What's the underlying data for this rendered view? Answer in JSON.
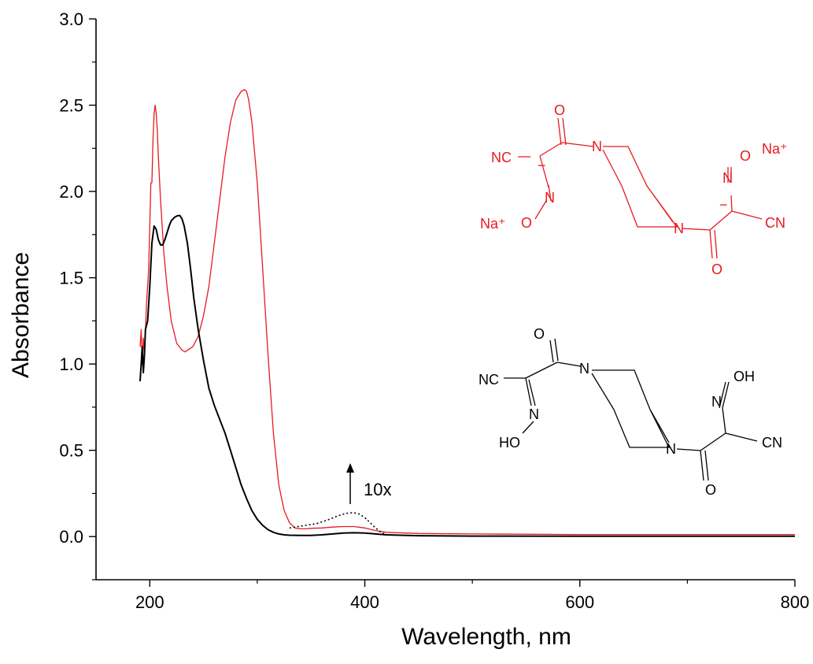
{
  "chart_data": {
    "type": "line",
    "xlabel": "Wavelength, nm",
    "ylabel": "Absorbance",
    "xlim": [
      150,
      800
    ],
    "ylim": [
      -0.25,
      3.0
    ],
    "xticks": [
      200,
      400,
      600,
      800
    ],
    "yticks": [
      0.0,
      0.5,
      1.0,
      1.5,
      2.0,
      2.5,
      3.0
    ],
    "ytick_labels": [
      "0.0",
      "0.5",
      "1.0",
      "1.5",
      "2.0",
      "2.5",
      "3.0"
    ],
    "annotation": "10x",
    "series": [
      {
        "color": "#e8191f",
        "style": "solid",
        "x": [
          191,
          192,
          193,
          194,
          195,
          197,
          199,
          200,
          201,
          202,
          203,
          204,
          205,
          206,
          207,
          208,
          210,
          213,
          216,
          220,
          225,
          230,
          233,
          235,
          240,
          245,
          250,
          255,
          260,
          265,
          270,
          275,
          280,
          285,
          288,
          290,
          292,
          295,
          300,
          305,
          310,
          315,
          320,
          325,
          330,
          335,
          340,
          345,
          350,
          360,
          370,
          380,
          390,
          400,
          410,
          420,
          450,
          500,
          600,
          700,
          800
        ],
        "y": [
          1.1,
          1.2,
          1.0,
          1.15,
          1.05,
          1.35,
          1.55,
          1.8,
          2.05,
          2.05,
          2.3,
          2.45,
          2.5,
          2.45,
          2.35,
          2.2,
          1.95,
          1.65,
          1.45,
          1.25,
          1.12,
          1.08,
          1.07,
          1.08,
          1.1,
          1.16,
          1.28,
          1.45,
          1.7,
          1.95,
          2.2,
          2.4,
          2.53,
          2.58,
          2.59,
          2.58,
          2.53,
          2.4,
          2.05,
          1.55,
          1.05,
          0.6,
          0.3,
          0.15,
          0.08,
          0.05,
          0.045,
          0.045,
          0.048,
          0.05,
          0.055,
          0.058,
          0.058,
          0.05,
          0.035,
          0.025,
          0.018,
          0.015,
          0.012,
          0.012,
          0.012
        ]
      },
      {
        "color": "#000000",
        "style": "solid",
        "x": [
          191,
          192,
          193,
          194,
          195,
          196,
          198,
          200,
          202,
          204,
          206,
          208,
          210,
          212,
          214,
          216,
          218,
          220,
          223,
          226,
          228,
          230,
          232,
          235,
          238,
          241,
          245,
          250,
          255,
          260,
          265,
          270,
          275,
          280,
          285,
          290,
          295,
          300,
          305,
          310,
          315,
          320,
          325,
          330,
          340,
          350,
          360,
          370,
          380,
          390,
          400,
          420,
          450,
          500,
          600,
          800
        ],
        "y": [
          0.9,
          1.0,
          1.1,
          0.95,
          1.05,
          1.2,
          1.25,
          1.45,
          1.7,
          1.8,
          1.78,
          1.72,
          1.69,
          1.69,
          1.72,
          1.76,
          1.8,
          1.83,
          1.85,
          1.86,
          1.86,
          1.84,
          1.8,
          1.7,
          1.55,
          1.38,
          1.2,
          1.02,
          0.86,
          0.76,
          0.68,
          0.6,
          0.5,
          0.4,
          0.3,
          0.22,
          0.15,
          0.1,
          0.065,
          0.04,
          0.025,
          0.015,
          0.01,
          0.008,
          0.007,
          0.007,
          0.01,
          0.015,
          0.02,
          0.022,
          0.02,
          0.01,
          0.005,
          0.003,
          0.002,
          0.002
        ]
      },
      {
        "color": "#000000",
        "style": "dotted",
        "x": [
          330,
          340,
          345,
          350,
          355,
          360,
          365,
          370,
          375,
          380,
          385,
          390,
          395,
          400,
          405,
          410,
          415,
          420
        ],
        "y": [
          0.05,
          0.06,
          0.065,
          0.07,
          0.075,
          0.085,
          0.095,
          0.108,
          0.12,
          0.13,
          0.137,
          0.138,
          0.13,
          0.11,
          0.08,
          0.05,
          0.025,
          0.01
        ]
      }
    ]
  },
  "structures": {
    "red_atoms": [
      "O",
      "NC",
      "N",
      "Na⁺",
      "N",
      "O",
      "N",
      "Na⁺",
      "O",
      "N",
      "CN",
      "O"
    ],
    "black_atoms": [
      "O",
      "NC",
      "N",
      "OH",
      "N",
      "N",
      "HO",
      "N",
      "CN",
      "O"
    ],
    "charges": [
      "−",
      "−"
    ]
  }
}
